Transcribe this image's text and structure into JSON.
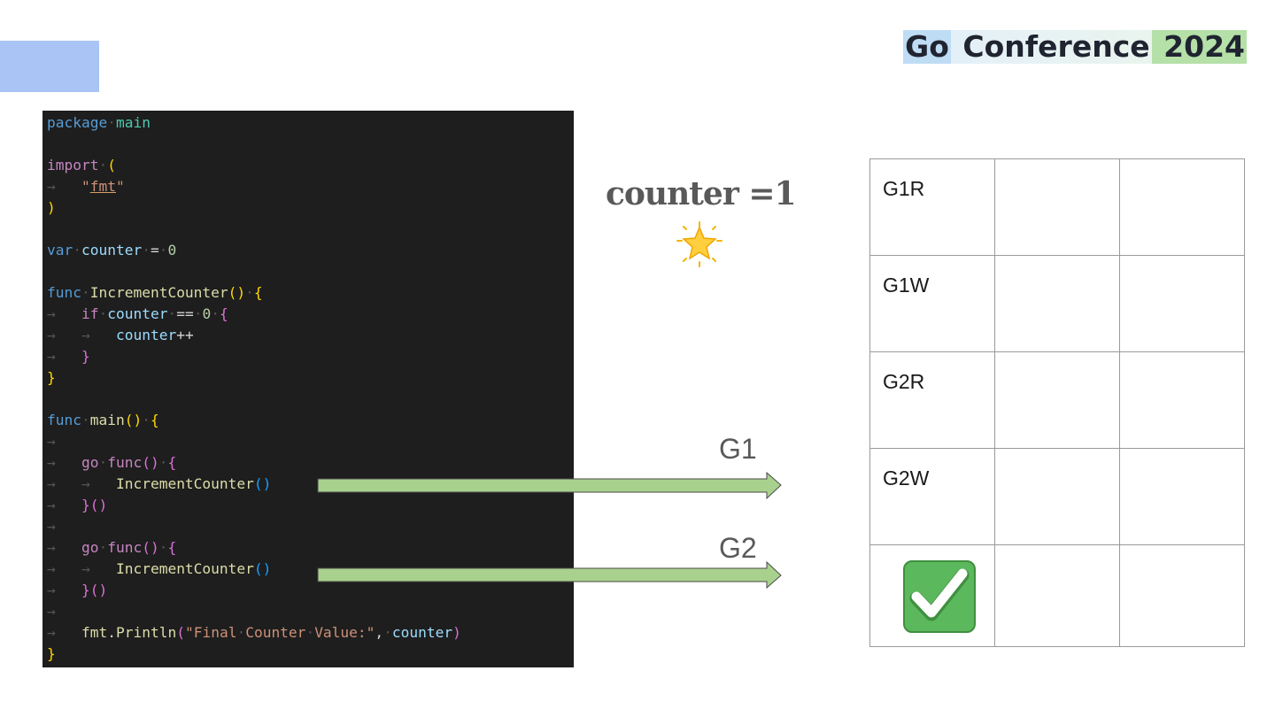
{
  "header": {
    "logo_go": "Go",
    "logo_conference": "Conference",
    "logo_year": "2024"
  },
  "code": {
    "line1": "package main",
    "line2": "import (",
    "line3": "\"fmt\"",
    "line4": ")",
    "line5": "var counter = 0",
    "line6": "func IncrementCounter() {",
    "line7": "if counter == 0 {",
    "line8": "counter++",
    "line9": "}",
    "line10": "}",
    "line11": "func main() {",
    "line12": "go func() {",
    "line13": "IncrementCounter()",
    "line14": "}()",
    "line15": "go func() {",
    "line16": "IncrementCounter()",
    "line17": "}()",
    "line18": "fmt.Println(\"Final Counter Value:\", counter)",
    "line19": "}"
  },
  "counter_text": "counter =1",
  "star_icon": "star-icon",
  "goroutines": {
    "g1_label": "G1",
    "g2_label": "G2"
  },
  "grid": {
    "rows": [
      "G1R",
      "G1W",
      "G2R",
      "G2W"
    ],
    "final_icon": "check-mark-icon"
  },
  "colors": {
    "arrow_fill": "#a9d18e",
    "check_green": "#5cb85c",
    "logo_go_bg": "#bfdcf5",
    "logo_year_bg": "#b5e0a8"
  }
}
